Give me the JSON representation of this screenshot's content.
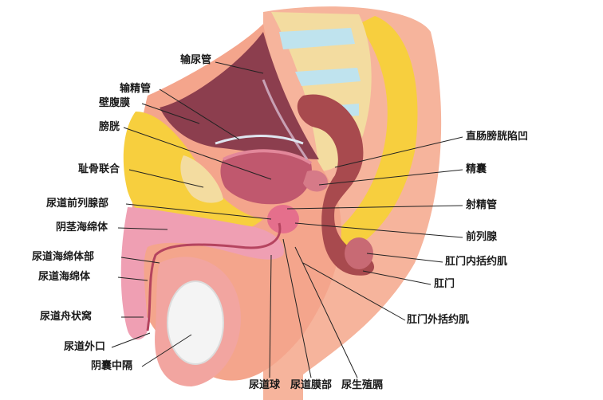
{
  "diagram": {
    "labels": {
      "ureter": "输尿管",
      "vas_deferens": "输精管",
      "peritoneum": "壁腹膜",
      "bladder": "膀胱",
      "pubic_symphysis": "耻骨联合",
      "prostatic_urethra": "尿道前列腺部",
      "corpus_cavernosum_penis": "阴茎海绵体",
      "spongy_urethra": "尿道海绵体部",
      "corpus_spongiosum": "尿道海绵体",
      "navicular_fossa": "尿道舟状窝",
      "external_urethral_orifice": "尿道外口",
      "scrotal_septum": "阴囊中隔",
      "urethral_bulb": "尿道球",
      "membranous_urethra": "尿道膜部",
      "perineal_body": "尿生殖膈",
      "rectovesical_pouch": "直肠膀胱陷凹",
      "seminal_vesicle": "精囊",
      "ejaculatory_duct": "射精管",
      "prostate": "前列腺",
      "internal_anal_sphincter": "肛门内括约肌",
      "anus": "肛门",
      "external_anal_sphincter": "肛门外括约肌"
    }
  },
  "colors": {
    "skin": "#f4a58c",
    "fat": "#f7cf3e",
    "bladder": "#c0586e",
    "bone": "#f3dca0",
    "rectum": "#a84a4e",
    "testis": "#f2f2f2",
    "urethra": "#e97f9a"
  }
}
